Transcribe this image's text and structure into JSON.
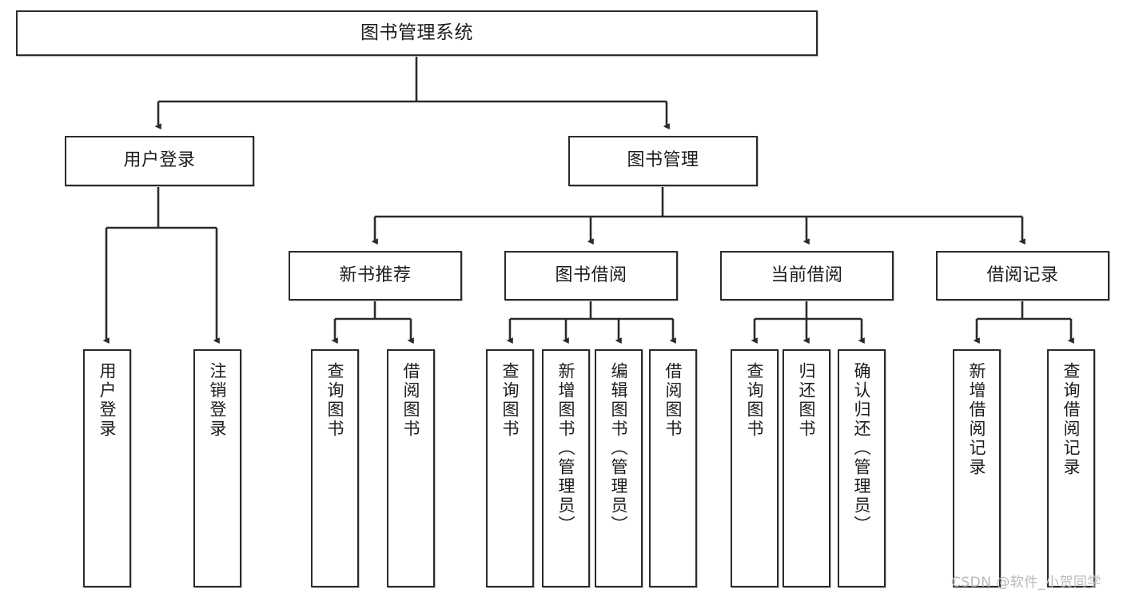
{
  "diagram": {
    "type": "tree-hierarchy",
    "title": "图书管理系统",
    "root": {
      "label": "图书管理系统"
    },
    "level2": [
      {
        "label": "用户登录"
      },
      {
        "label": "图书管理"
      }
    ],
    "level3": [
      {
        "label": "新书推荐"
      },
      {
        "label": "图书借阅"
      },
      {
        "label": "当前借阅"
      },
      {
        "label": "借阅记录"
      }
    ],
    "leaves": {
      "user_login": [
        {
          "label": "用户登录"
        },
        {
          "label": "注销登录"
        }
      ],
      "new_book_recommend": [
        {
          "label": "查询图书"
        },
        {
          "label": "借阅图书"
        }
      ],
      "book_borrow": [
        {
          "label": "查询图书"
        },
        {
          "label": "新增图书（管理员）"
        },
        {
          "label": "编辑图书（管理员）"
        },
        {
          "label": "借阅图书"
        }
      ],
      "current_borrow": [
        {
          "label": "查询图书"
        },
        {
          "label": "归还图书"
        },
        {
          "label": "确认归还（管理员）"
        }
      ],
      "borrow_record": [
        {
          "label": "新增借阅记录"
        },
        {
          "label": "查询借阅记录"
        }
      ]
    }
  },
  "watermark": {
    "text": "CSDN @软件_小贺同学"
  },
  "colors": {
    "stroke": "#2b2b2b",
    "fill": "#ffffff",
    "text": "#1c1c1c",
    "watermark": "#b9b9b9"
  }
}
